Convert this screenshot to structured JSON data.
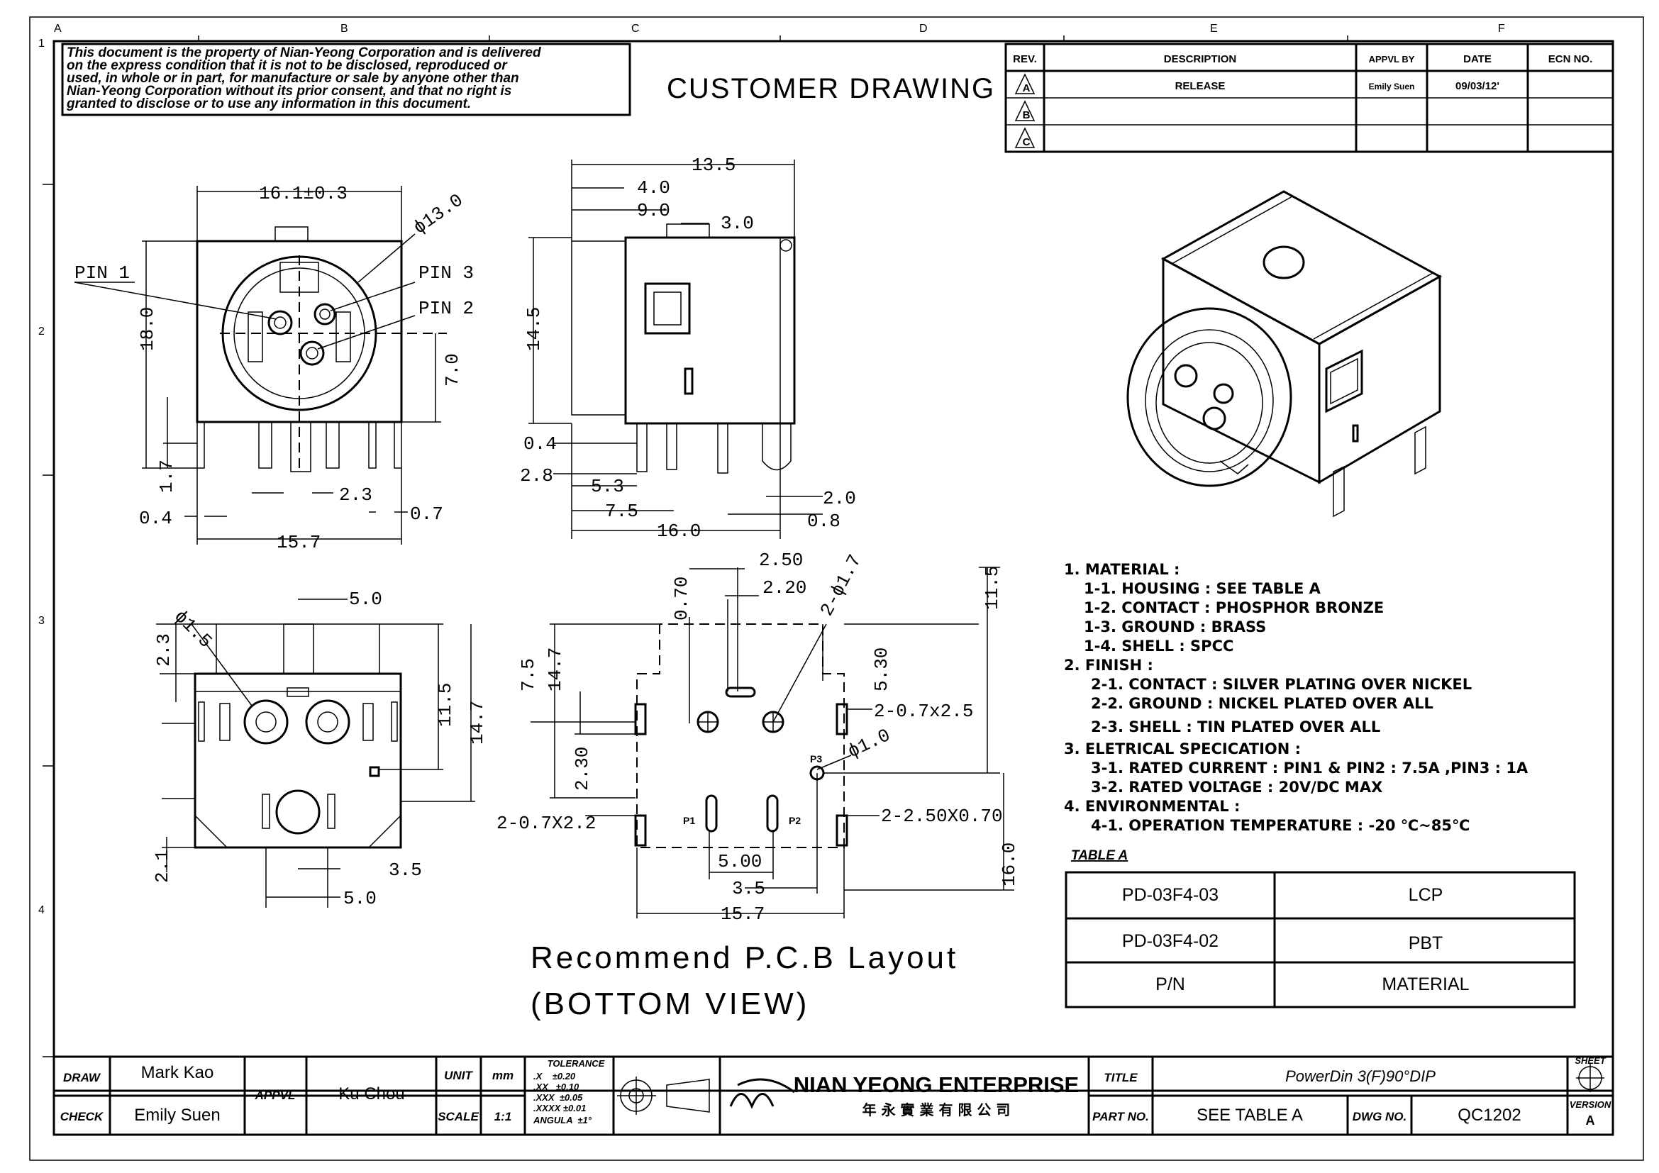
{
  "notice": {
    "lines": [
      "This document is the property of Nian-Yeong Corporation and is delivered",
      "on the express condition that it is not to be disclosed, reproduced or",
      "used, in whole or in part, for manufacture or sale by anyone other than",
      "Nian-Yeong Corporation without its prior consent, and that no right is",
      "granted to disclose or to use any information in this document."
    ]
  },
  "header_title": "CUSTOMER DRAWING",
  "grid": {
    "columns": [
      "A",
      "B",
      "C",
      "D",
      "E",
      "F"
    ],
    "rows": [
      "1",
      "2",
      "3",
      "4"
    ]
  },
  "revision_table": {
    "headers": [
      "REV.",
      "DESCRIPTION",
      "APPVL BY",
      "DATE",
      "ECN NO."
    ],
    "rows": [
      {
        "rev": "A",
        "description": "RELEASE",
        "appvl_by": "Emily Suen",
        "date": "09/03/12'",
        "ecn": ""
      },
      {
        "rev": "B",
        "description": "",
        "appvl_by": "",
        "date": "",
        "ecn": ""
      },
      {
        "rev": "C",
        "description": "",
        "appvl_by": "",
        "date": "",
        "ecn": ""
      }
    ]
  },
  "front_view": {
    "dims": [
      "16.1±0.3",
      "ϕ13.0",
      "18.0",
      "7.0",
      "1.7",
      "0.4",
      "2.3",
      "0.7",
      "15.7"
    ],
    "labels": [
      "PIN 1",
      "PIN 3",
      "PIN 2"
    ]
  },
  "side_view": {
    "dims": [
      "13.5",
      "4.0",
      "9.0",
      "3.0",
      "14.5",
      "0.4",
      "2.8",
      "5.3",
      "7.5",
      "16.0",
      "2.0",
      "0.8"
    ]
  },
  "bottom_view": {
    "dims": [
      "5.0",
      "ϕ1.5",
      "2.3",
      "11.5",
      "14.7",
      "2.1",
      "3.5",
      "5.0"
    ]
  },
  "pcb_layout": {
    "dims": [
      "2.50",
      "2.20",
      "0.70",
      "2-ϕ1.7",
      "11.5",
      "7.5",
      "14.7",
      "5.30",
      "2-0.7x2.5",
      "2.30",
      "ϕ1.0",
      "2-0.7X2.2",
      "2-2.50X0.70",
      "5.00",
      "3.5",
      "15.7",
      "16.0"
    ],
    "pins": [
      "P1",
      "P2",
      "P3"
    ],
    "caption_line1": "Recommend P.C.B Layout",
    "caption_line2": "(BOTTOM VIEW)"
  },
  "notes": [
    "1. MATERIAL :",
    "1-1. HOUSING : SEE TABLE A",
    "1-2. CONTACT : PHOSPHOR BRONZE",
    "1-3. GROUND : BRASS",
    "1-4. SHELL : SPCC",
    "2. FINISH :",
    "2-1. CONTACT : SILVER PLATING OVER NICKEL",
    "2-2. GROUND : NICKEL PLATED OVER ALL",
    "2-3. SHELL : TIN PLATED OVER ALL",
    "3. ELETRICAL SPECICATION :",
    "3-1. RATED CURRENT : PIN1 & PIN2 : 7.5A ,PIN3 : 1A",
    "3-2. RATED VOLTAGE : 20V/DC MAX",
    "4. ENVIRONMENTAL :",
    "4-1. OPERATION TEMPERATURE : -20 ℃~85℃"
  ],
  "table_a": {
    "title": "TABLE A",
    "rows": [
      {
        "pn": "PD-03F4-03",
        "material": "LCP"
      },
      {
        "pn": "PD-03F4-02",
        "material": "PBT"
      },
      {
        "pn": "P/N",
        "material": "MATERIAL"
      }
    ]
  },
  "title_block": {
    "draw_label": "DRAW",
    "draw_value": "Mark Kao",
    "check_label": "CHECK",
    "check_value": "Emily Suen",
    "appvl_label": "APPVL",
    "appvl_value": "Ku Chou",
    "unit_label": "UNIT",
    "unit_value": "mm",
    "scale_label": "SCALE",
    "scale_value": "1:1",
    "tolerance_title": "TOLERANCE",
    "tolerances": [
      ".X    ±0.20",
      ".XX   ±0.10",
      ".XXX  ±0.05",
      ".XXXX ±0.01",
      "ANGULA  ±1°"
    ],
    "company_name": "NIAN YEONG ENTERPRISE",
    "company_chinese": "年 永 實 業 有 限 公 司",
    "title_label": "TITLE",
    "title_value": "PowerDin 3(F)90°DIP",
    "part_label": "PART NO.",
    "part_value": "SEE TABLE A",
    "dwg_label": "DWG NO.",
    "dwg_value": "QC1202",
    "sheet_label": "SHEET",
    "version_label": "VERSION",
    "version_value": "A"
  }
}
